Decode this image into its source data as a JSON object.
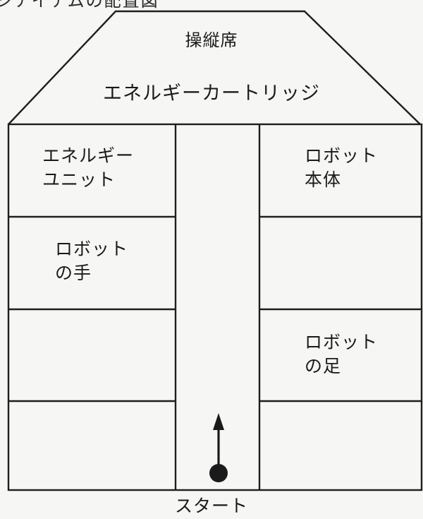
{
  "diagram": {
    "top_caption": "ジアイテムの配置図",
    "cockpit": "操縦席",
    "energy_cartridge": "エネルギーカートリッジ",
    "start": "スタート",
    "rooms": {
      "energy_unit": {
        "line1": "エネルギー",
        "line2": "ユニット"
      },
      "robot_body": {
        "line1": "ロボット",
        "line2": "本体"
      },
      "robot_hand": {
        "line1": "ロボット",
        "line2": "の手"
      },
      "robot_foot": {
        "line1": "ロボット",
        "line2": "の足"
      }
    }
  }
}
